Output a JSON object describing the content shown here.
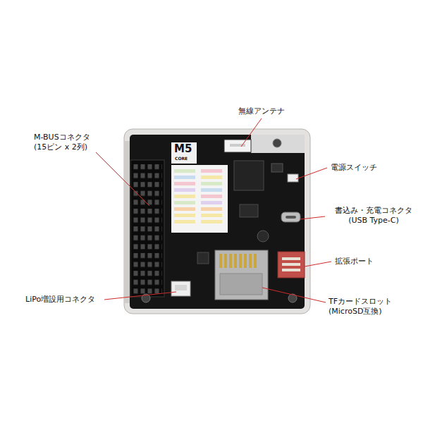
{
  "diagram": {
    "labels": [
      "無線アンテナ",
      "M-BUSコネクタ (15ピン x 2列)",
      "電源スイッチ",
      "書込み・充電コネクタ (USB Type-C)",
      "拡張ポート",
      "LiPo増設用コネクタ",
      "TFカードスロット (MicroSD互換)",
      "M5",
      "CORE"
    ]
  }
}
